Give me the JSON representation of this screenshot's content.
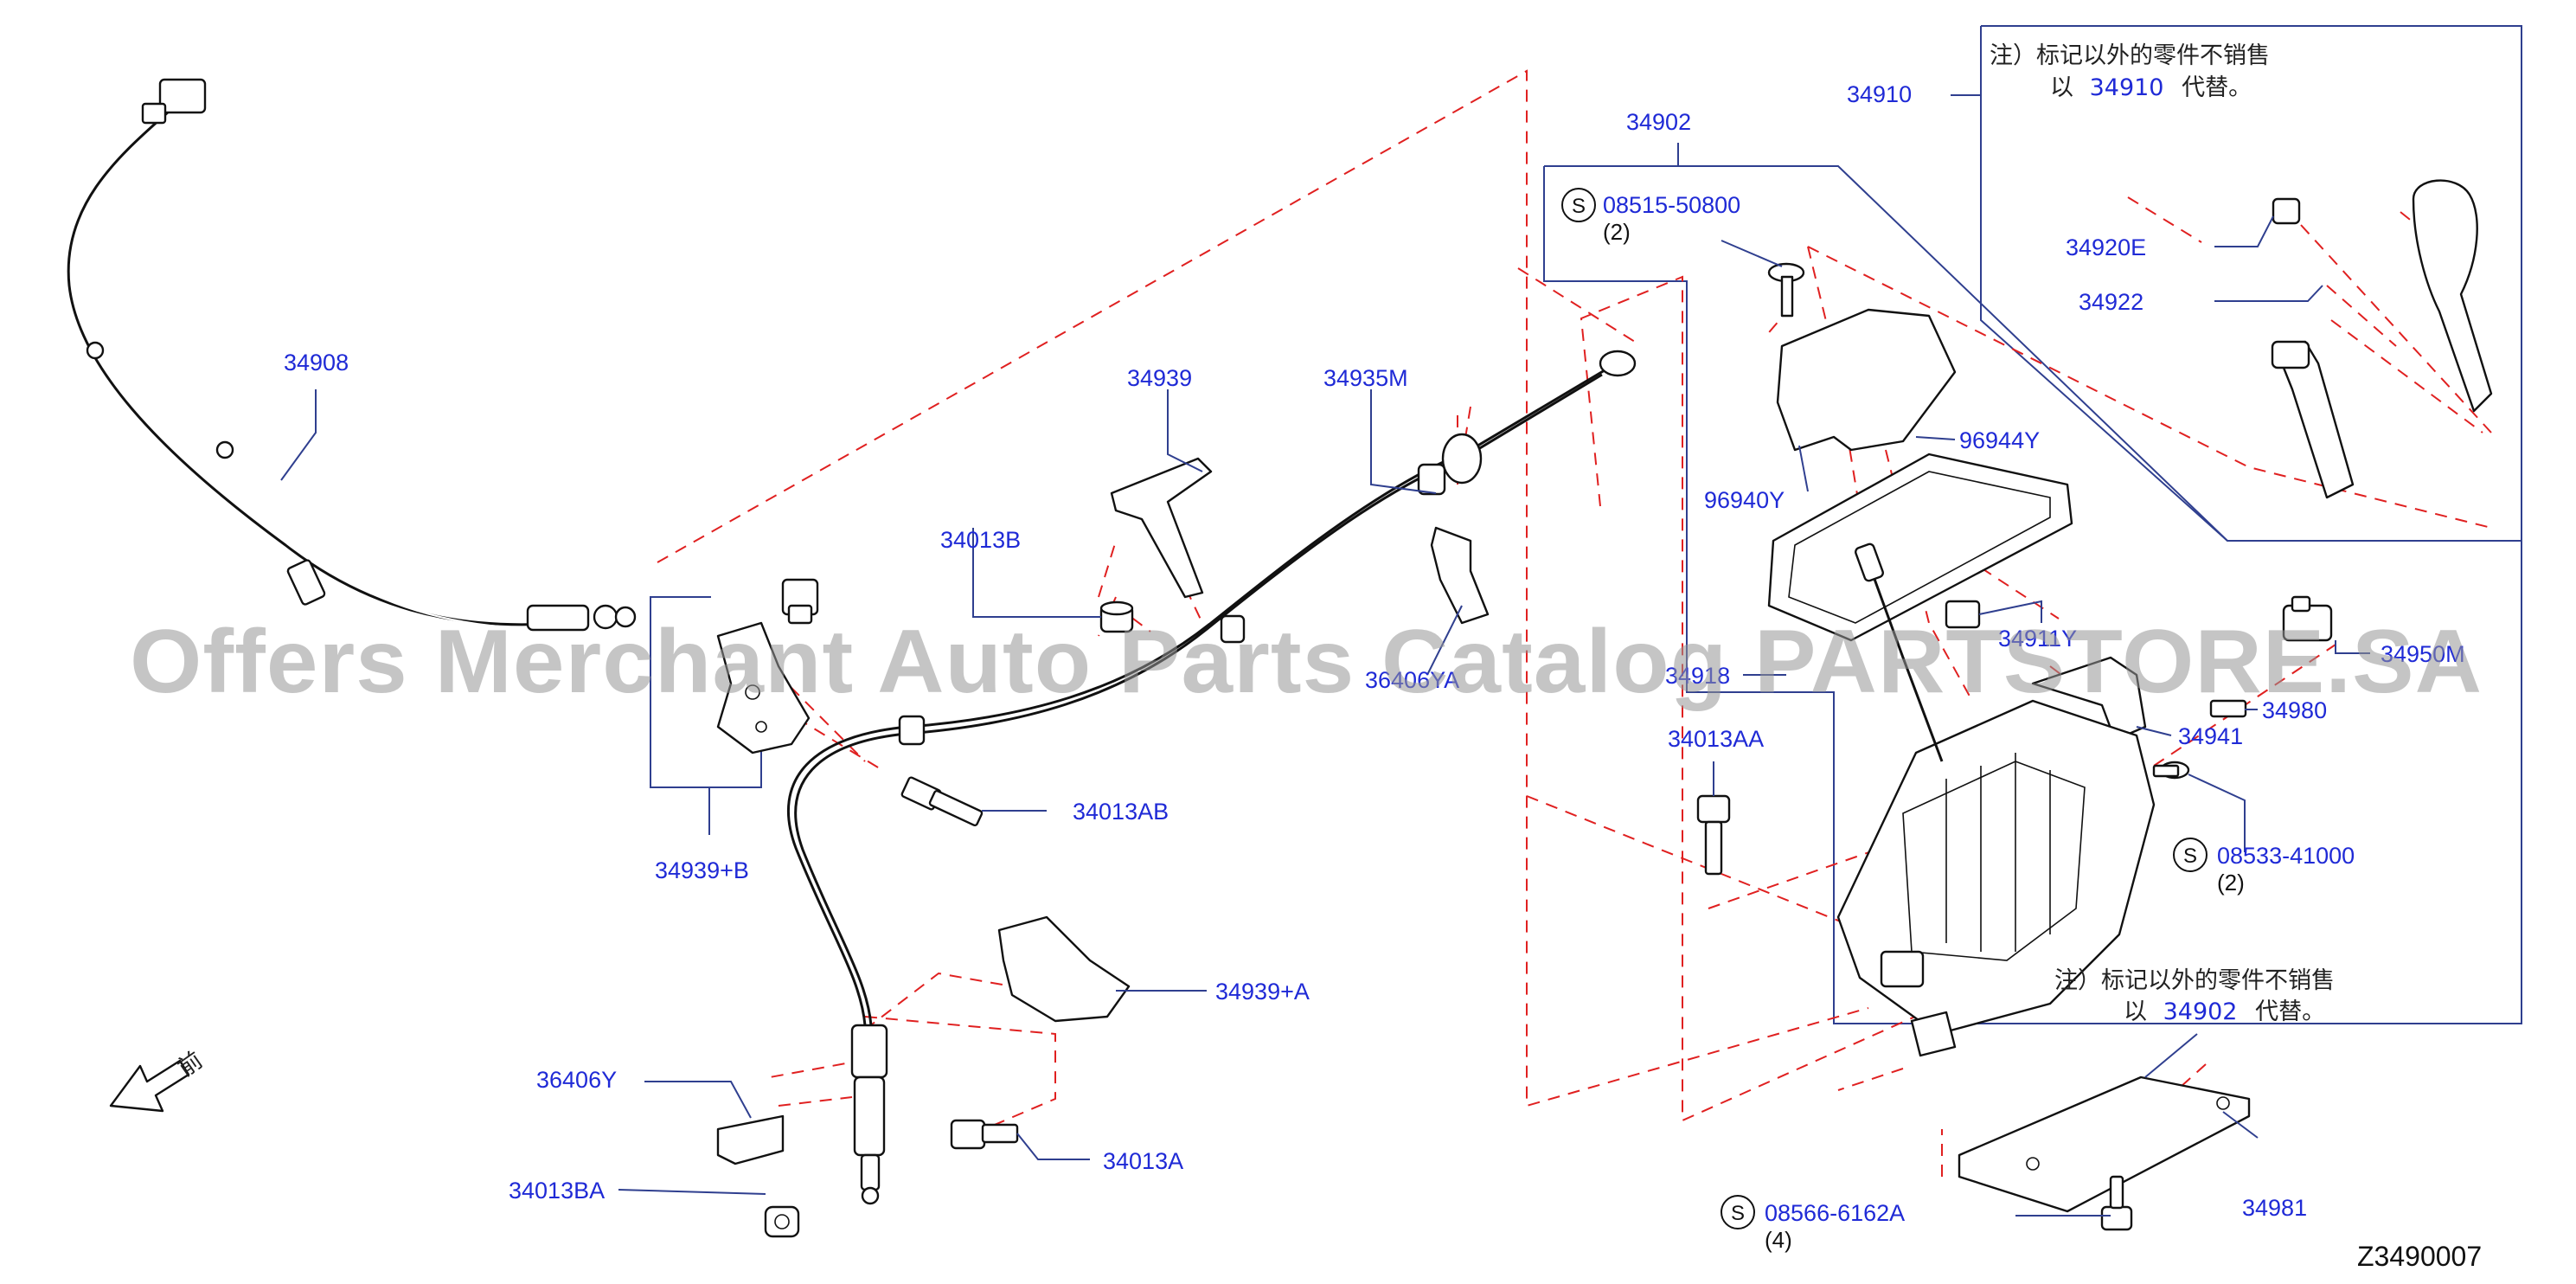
{
  "diagram_code": "Z3490007",
  "watermark": "Offers Merchant Auto Parts Catalog PARTSTORE.SA",
  "front_label": "前",
  "callouts": [
    {
      "id": "34908",
      "label": "34908"
    },
    {
      "id": "34939",
      "label": "34939"
    },
    {
      "id": "34935M",
      "label": "34935M"
    },
    {
      "id": "34013B",
      "label": "34013B"
    },
    {
      "id": "36406YA",
      "label": "36406YA"
    },
    {
      "id": "34939B",
      "label": "34939+B"
    },
    {
      "id": "34013AB",
      "label": "34013AB"
    },
    {
      "id": "34939A",
      "label": "34939+A"
    },
    {
      "id": "36406Y",
      "label": "36406Y"
    },
    {
      "id": "34013A",
      "label": "34013A"
    },
    {
      "id": "34013BA",
      "label": "34013BA"
    },
    {
      "id": "34902",
      "label": "34902"
    },
    {
      "id": "34910",
      "label": "34910"
    },
    {
      "id": "34920E",
      "label": "34920E"
    },
    {
      "id": "34922",
      "label": "34922"
    },
    {
      "id": "96944Y",
      "label": "96944Y"
    },
    {
      "id": "96940Y",
      "label": "96940Y"
    },
    {
      "id": "34918",
      "label": "34918"
    },
    {
      "id": "34911Y",
      "label": "34911Y"
    },
    {
      "id": "34950M",
      "label": "34950M"
    },
    {
      "id": "34980",
      "label": "34980"
    },
    {
      "id": "34941",
      "label": "34941"
    },
    {
      "id": "34013AA",
      "label": "34013AA"
    },
    {
      "id": "34981",
      "label": "34981"
    }
  ],
  "standard_parts": [
    {
      "id": "s1",
      "symbol": "S",
      "label": "08515-50800",
      "qty": "(2)"
    },
    {
      "id": "s2",
      "symbol": "S",
      "label": "08533-41000",
      "qty": "(2)"
    },
    {
      "id": "s3",
      "symbol": "S",
      "label": "08566-6162A",
      "qty": "(4)"
    }
  ],
  "notes": [
    {
      "id": "note1",
      "line1": "注）标记以外的零件不销售",
      "line2_prefix": "以",
      "part": "34910",
      "line2_suffix": "代替。"
    },
    {
      "id": "note2",
      "line1": "注）标记以外的零件不销售",
      "line2_prefix": "以",
      "part": "34902",
      "line2_suffix": "代替。"
    }
  ]
}
